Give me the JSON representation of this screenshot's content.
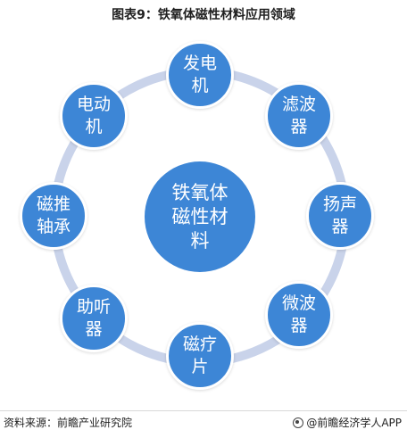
{
  "title": {
    "prefix": "图表9：",
    "text": "铁氧体磁性材料应用领域"
  },
  "center": {
    "label": "铁氧体\n磁性材\n料"
  },
  "nodes": [
    {
      "id": "generator",
      "label": "发电\n机"
    },
    {
      "id": "filter",
      "label": "滤波\n器"
    },
    {
      "id": "speaker",
      "label": "扬声\n器"
    },
    {
      "id": "microwave",
      "label": "微波\n器"
    },
    {
      "id": "magnetotherapy",
      "label": "磁疗\n片"
    },
    {
      "id": "hearing-aid",
      "label": "助听\n器"
    },
    {
      "id": "magnetic-bearing",
      "label": "磁推\n轴承"
    },
    {
      "id": "motor",
      "label": "电动\n机"
    }
  ],
  "colors": {
    "node": "#3d86d6",
    "ring": "#c9d3ea"
  },
  "footer": {
    "source": "资料来源：前瞻产业研究院",
    "brand": "@前瞻经济学人APP"
  }
}
